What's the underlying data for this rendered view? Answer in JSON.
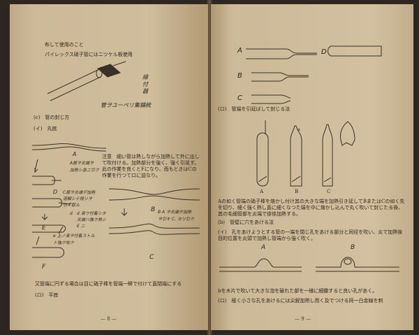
{
  "left": {
    "line1": "布して使用のこと",
    "line2": "パイレックス硝子管にはニツケル板使用",
    "hw_label": "縁付器",
    "hw_caption": "管ヲユーペリ集鋪梳",
    "sec_c": "(c)　管の封じ方",
    "sec_i": "(イ)　丸底",
    "label_A": "A",
    "note_a1": "A部ヲ炎端ヲ",
    "note_a2": "加熱シ急ニ引ク",
    "label_D": "D",
    "note_c1": "C部ヲ炎端デ加熱",
    "note_c2": "溶解シテ残リヲ",
    "note_c3": "引キ取ル",
    "label_d": "d",
    "note_d1": "d 液ウ付着シタ",
    "note_d2": "炎端ハ強ク熱シ",
    "note_d3": "E ニ",
    "label_E": "E",
    "note_e1": "e 上ノ液ヲ付着ストル",
    "note_e2": "ト強ク吹ク",
    "label_F": "F",
    "chu": "注意　細い管は",
    "chu_para": "注意　細い管は熱しながら加熱して外に出して吹付ける。加熱部分を強く、強く引延す。此の作業を良くとFになり、而もときはCの作業を行つて口に迫なり。",
    "label_B": "B",
    "note_b1": "B A ヲ炎端デ加熱",
    "note_b2": "ヲ引キ C, ヨリ引ク",
    "label_C": "C",
    "bottom1": "又管端に円ずる場合は目に硝子棒を管端一瞬で付けて直閉端にする",
    "bottom2": "(ロ)　平底",
    "page_no": "— 8 —"
  },
  "right": {
    "label_A": "A",
    "label_D": "D",
    "label_B": "B",
    "label_C": "C",
    "sec_ro": "(ロ)　管端を引延ばして封じる法",
    "label_a": "a",
    "cap_a": "A",
    "cap_b": "B",
    "cap_c": "C",
    "para1": "Aの如く管端の硝子棒を熔かし付け其の大きな端を加熱引き延してBまたはCの如く先を切り、細く強く熱し直に細くなつた端を中に熔かし込んで丸く吹いて封じたる後、其の毛細管部を炎端で徐徐加熱する。",
    "sec_b": "(b)　管壁に穴をあける法",
    "sec_i2": "(イ)　孔をあけようとする管の一端を閉じ孔をあける部分と同径を吹い、炎で加熱後目的位置を炎頭で加熱し管端から強く吹く。",
    "fig_A": "A",
    "fig_B": "B",
    "para2": "bを木片で吹いて大きな泡を破れた部を一様に細鋤すると良い孔があく。",
    "sec_ro2": "(ロ)　極く小さな孔をあけるには尖鋭加熱し而く及でつける同一白金線を刺",
    "page_no": "— 9 —"
  }
}
